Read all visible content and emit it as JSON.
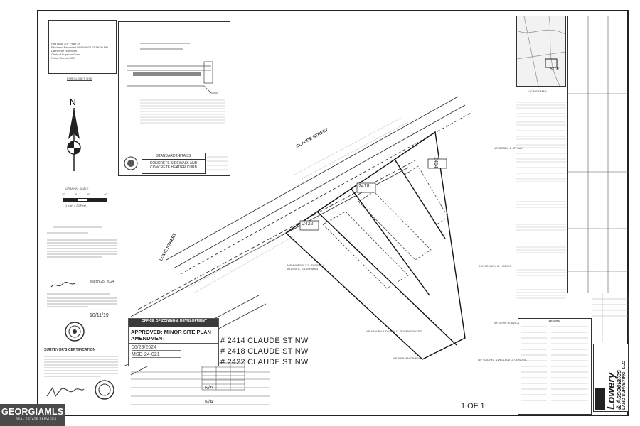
{
  "recording": {
    "line1": "Plat Book 407 Page 49",
    "line2": "Filed and Recorded 06/14/2024 03:58:00 PM",
    "line3": "Cathelene Robinson",
    "line4": "Clerk of Superior Court",
    "line5": "Fulton County, GA"
  },
  "clerk_label": "FOR CLERK'S USE",
  "scale_label": "GRAPHIC SCALE",
  "scale_ticks": [
    "20",
    "0",
    "10",
    "40"
  ],
  "scale_note": "1 inch = 20 Feet",
  "standard_details": {
    "title": "STANDARD DETAILS",
    "subtitle_line1": "CONCRETE SIDEWALK AND",
    "subtitle_line2": "CONCRETE HEADER CURB"
  },
  "streets": {
    "claude": "CLAUDE STREET",
    "lowe": "LOWE STREET"
  },
  "lots": {
    "a": "2414",
    "b": "2418",
    "c": "2422"
  },
  "owner_bryant": "N/F BOBBY J. BRYANT",
  "owner_addison": "N/F JOHN M. AVILA",
  "owner_rosenbluth": "N/F ASHLEY & DEREK C. ROSENBERGER",
  "owner_griffin": "N/F NATHAN GRIFFIN",
  "owner_cenobi": "N/F RACHEL & WILLIAM G. CENORA",
  "owner_kimbrel": "N/F KIMBERLY D. DENNIS & ALISHA K. SILVERMAN",
  "owner_harris": "N/F JOHNNY N. HARRIS",
  "signature_date": "March 25, 2024",
  "stamp_date2": "10/11/19",
  "approval": {
    "header": "OFFICE OF ZONING & DEVELOPMENT",
    "title": "APPROVED: MINOR SITE PLAN AMENDMENT",
    "date": "06/29/2024",
    "code": "MSD-24-021"
  },
  "addresses": [
    "# 2414 CLAUDE ST NW",
    "# 2418 CLAUDE ST NW",
    "# 2422 CLAUDE ST NW"
  ],
  "na_values": [
    "N/A",
    "N/A"
  ],
  "surveyor_label": "SURVEYOR'S CERTIFICATION",
  "page_label": "1 OF 1",
  "company": {
    "name1": "Lowery",
    "name2": "& Associates",
    "name3": "LAND SURVEYING, LLC"
  },
  "legend_label": "LEGEND",
  "vicinity_label": "VICINITY MAP",
  "site_label": "SITE",
  "badge": {
    "brand": "GEORGIAMLS",
    "sub": "REAL ESTATE SERVICES"
  }
}
